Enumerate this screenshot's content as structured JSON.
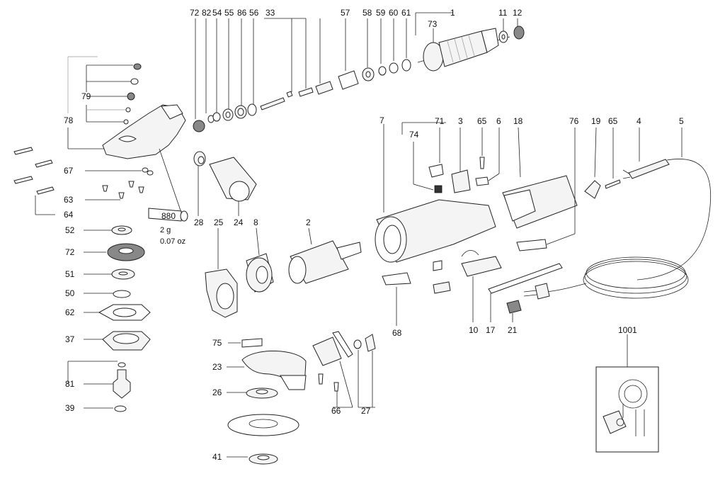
{
  "labels": {
    "p72a": "72",
    "p82": "82",
    "p54": "54",
    "p55": "55",
    "p86": "86",
    "p56": "56",
    "p33": "33",
    "p57": "57",
    "p58": "58",
    "p59": "59",
    "p60": "60",
    "p61": "61",
    "p1": "1",
    "p73": "73",
    "p11": "11",
    "p12": "12",
    "p78": "78",
    "p79": "79",
    "p67": "67",
    "p63": "63",
    "p64": "64",
    "p52": "52",
    "p72b": "72",
    "p51": "51",
    "p50": "50",
    "p62": "62",
    "p37": "37",
    "p81": "81",
    "p39": "39",
    "p880": "880",
    "p28": "28",
    "p24": "24",
    "p25": "25",
    "p8": "8",
    "p2": "2",
    "p7": "7",
    "p71": "71",
    "p74": "74",
    "p3": "3",
    "p65a": "65",
    "p6": "6",
    "p18": "18",
    "p76": "76",
    "p19": "19",
    "p65b": "65",
    "p4": "4",
    "p5": "5",
    "p68": "68",
    "p10": "10",
    "p17": "17",
    "p21": "21",
    "p1001": "1001",
    "p75": "75",
    "p23": "23",
    "p26": "26",
    "p41": "41",
    "p66": "66",
    "p27": "27"
  },
  "grease_note": {
    "grams": "2 g",
    "ounces": "0.07 oz"
  },
  "colors": {
    "line": "#222222",
    "background": "#ffffff"
  }
}
